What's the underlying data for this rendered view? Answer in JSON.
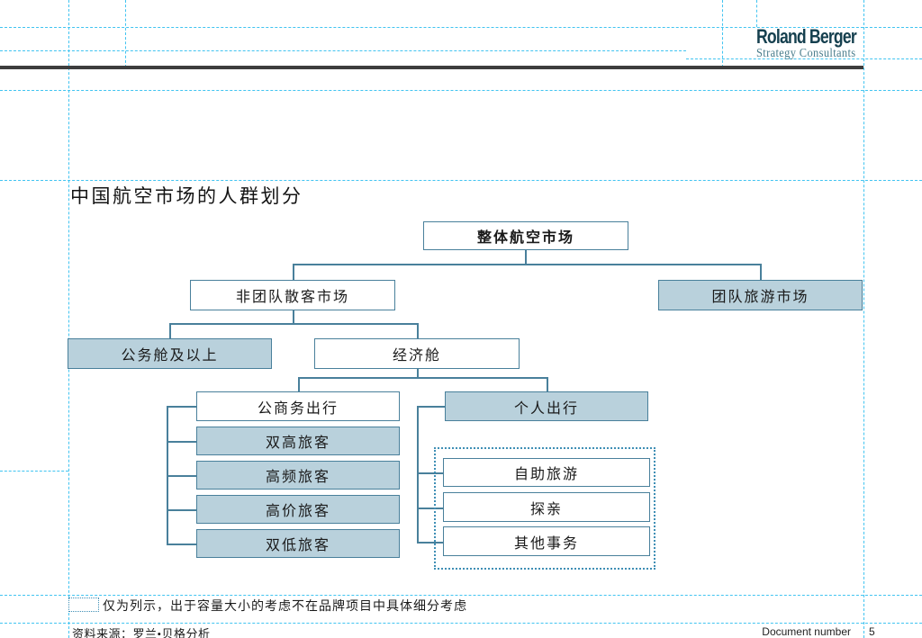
{
  "slide": {
    "title": "中国航空市场的人群划分"
  },
  "logo": {
    "name": "Roland Berger",
    "tagline": "Strategy Consultants"
  },
  "chart": {
    "root": "整体航空市场",
    "non_group_market": "非团队散客市场",
    "group_travel_market": "团队旅游市场",
    "business_class_plus": "公务舱及以上",
    "economy_class": "经济舱",
    "business_travel": "公商务出行",
    "personal_travel": "个人出行",
    "business_segments": [
      "双高旅客",
      "高频旅客",
      "高价旅客",
      "双低旅客"
    ],
    "personal_segments": [
      "自助旅游",
      "探亲",
      "其他事务"
    ]
  },
  "legend": {
    "text": "仅为列示，出于容量大小的考虑不在品牌项目中具体细分考虑"
  },
  "footer": {
    "source": "资料来源：罗兰•贝格分析",
    "doc_label": "Document number",
    "page": "5"
  },
  "colors": {
    "box_border": "#49809b",
    "box_fill": "#b9d1dc",
    "guide_cyan": "#41c4f1",
    "dark_rule": "#3d3d3d",
    "logo_primary": "#16404f",
    "logo_secondary": "#4a7d8c"
  }
}
